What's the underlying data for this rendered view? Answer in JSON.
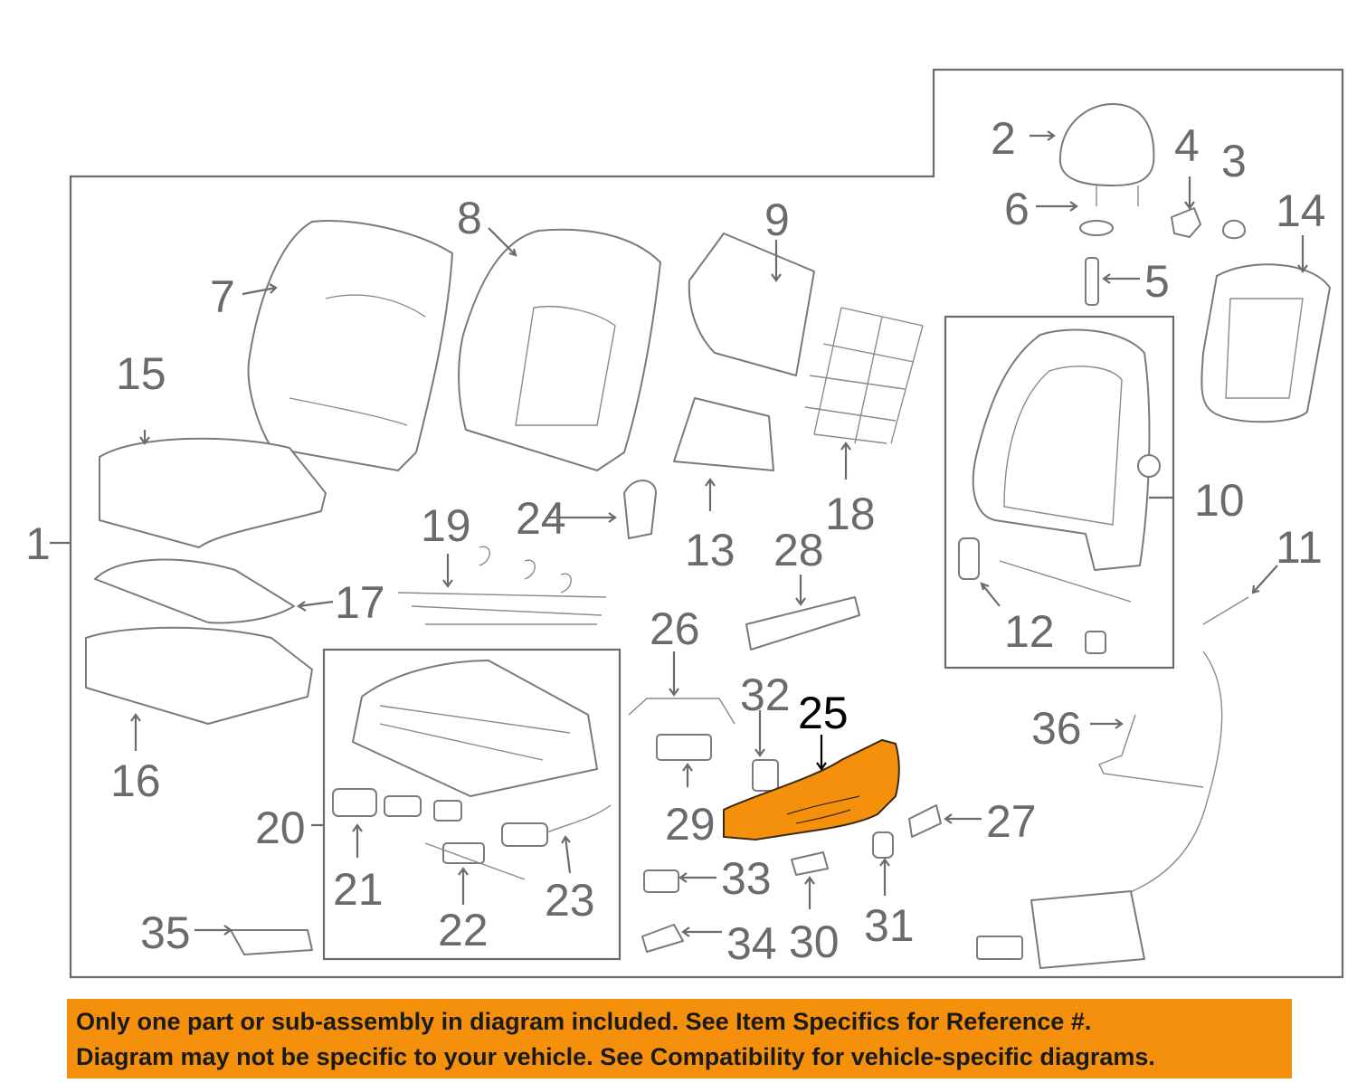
{
  "diagram": {
    "colors": {
      "line": "#6b6b6b",
      "highlight": "#f4900c",
      "banner": "#f4900c"
    },
    "highlighted_part": "25",
    "callouts": [
      "1",
      "2",
      "3",
      "4",
      "5",
      "6",
      "7",
      "8",
      "9",
      "10",
      "11",
      "12",
      "13",
      "14",
      "15",
      "16",
      "17",
      "18",
      "19",
      "20",
      "21",
      "22",
      "23",
      "24",
      "25",
      "26",
      "27",
      "28",
      "29",
      "30",
      "31",
      "32",
      "33",
      "34",
      "35",
      "36"
    ]
  },
  "banner": {
    "line1": "Only one part or sub-assembly in diagram included. See Item Specifics for Reference #.",
    "line2": "Diagram may not be specific to your vehicle. See Compatibility for vehicle-specific diagrams."
  }
}
